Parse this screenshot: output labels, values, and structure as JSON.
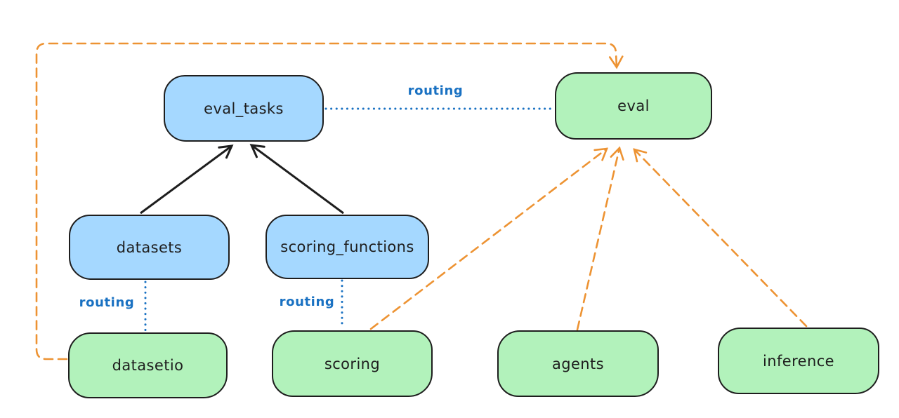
{
  "diagram": {
    "style": "hand-drawn",
    "background": "#ffffff",
    "colors": {
      "api_box_fill": "#a5d8ff",
      "provider_box_fill": "#b2f2bb",
      "box_stroke": "#1e1e1e",
      "routing_line": "#1971c2",
      "dependency_line": "#ed9333",
      "solid_arrow": "#1e1e1e"
    },
    "nodes": [
      {
        "id": "eval_tasks",
        "label": "eval_tasks",
        "kind": "blue"
      },
      {
        "id": "eval",
        "label": "eval",
        "kind": "green"
      },
      {
        "id": "datasets",
        "label": "datasets",
        "kind": "blue"
      },
      {
        "id": "scoring_functions",
        "label": "scoring_functions",
        "kind": "blue"
      },
      {
        "id": "datasetio",
        "label": "datasetio",
        "kind": "green"
      },
      {
        "id": "scoring",
        "label": "scoring",
        "kind": "green"
      },
      {
        "id": "agents",
        "label": "agents",
        "kind": "green"
      },
      {
        "id": "inference",
        "label": "inference",
        "kind": "green"
      }
    ],
    "edges": [
      {
        "from": "datasets",
        "to": "eval_tasks",
        "style": "solid-black-arrow",
        "label": ""
      },
      {
        "from": "scoring_functions",
        "to": "eval_tasks",
        "style": "solid-black-arrow",
        "label": ""
      },
      {
        "from": "eval_tasks",
        "to": "eval",
        "style": "dotted-blue",
        "label": "routing"
      },
      {
        "from": "datasets",
        "to": "datasetio",
        "style": "dotted-blue",
        "label": "routing"
      },
      {
        "from": "scoring_functions",
        "to": "scoring",
        "style": "dotted-blue",
        "label": "routing"
      },
      {
        "from": "datasetio",
        "to": "eval",
        "style": "dashed-orange-arrow",
        "label": ""
      },
      {
        "from": "scoring",
        "to": "eval",
        "style": "dashed-orange-arrow",
        "label": ""
      },
      {
        "from": "agents",
        "to": "eval",
        "style": "dashed-orange-arrow",
        "label": ""
      },
      {
        "from": "inference",
        "to": "eval",
        "style": "dashed-orange-arrow",
        "label": ""
      }
    ]
  }
}
